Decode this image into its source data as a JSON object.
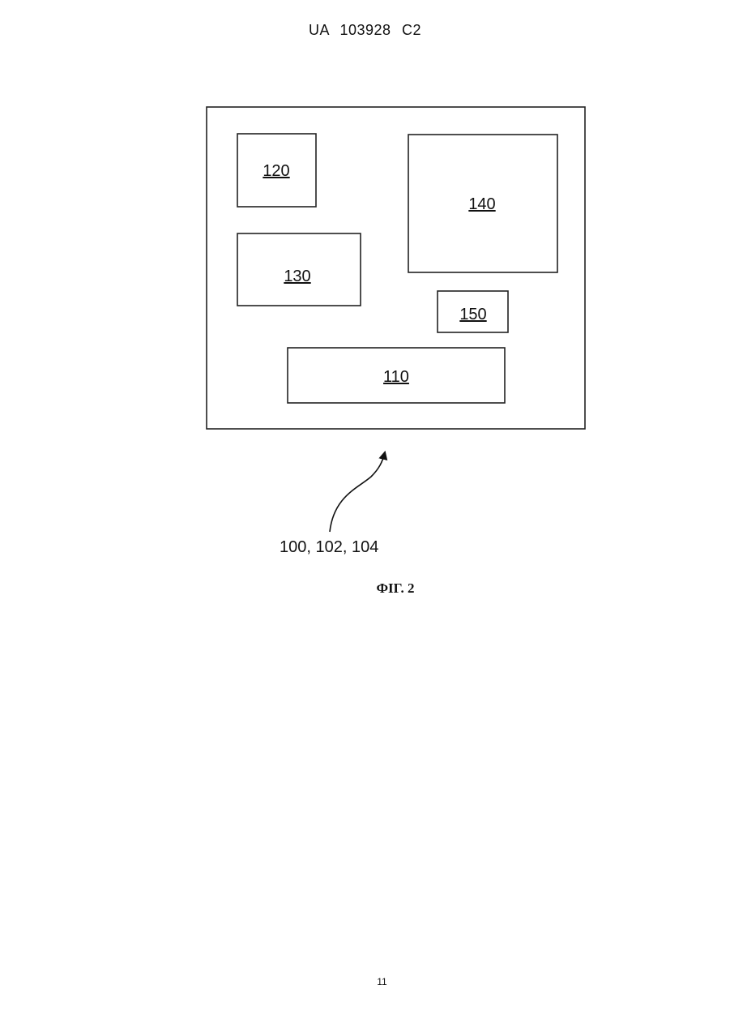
{
  "header": {
    "document_id": "UA   103928   C2"
  },
  "figure": {
    "blocks": [
      {
        "id": "120",
        "label": "120"
      },
      {
        "id": "140",
        "label": "140"
      },
      {
        "id": "130",
        "label": "130"
      },
      {
        "id": "150",
        "label": "150"
      },
      {
        "id": "110",
        "label": "110"
      }
    ],
    "reference_label": "100, 102, 104",
    "caption": "ФІГ. 2"
  },
  "footer": {
    "page_number": "11"
  }
}
